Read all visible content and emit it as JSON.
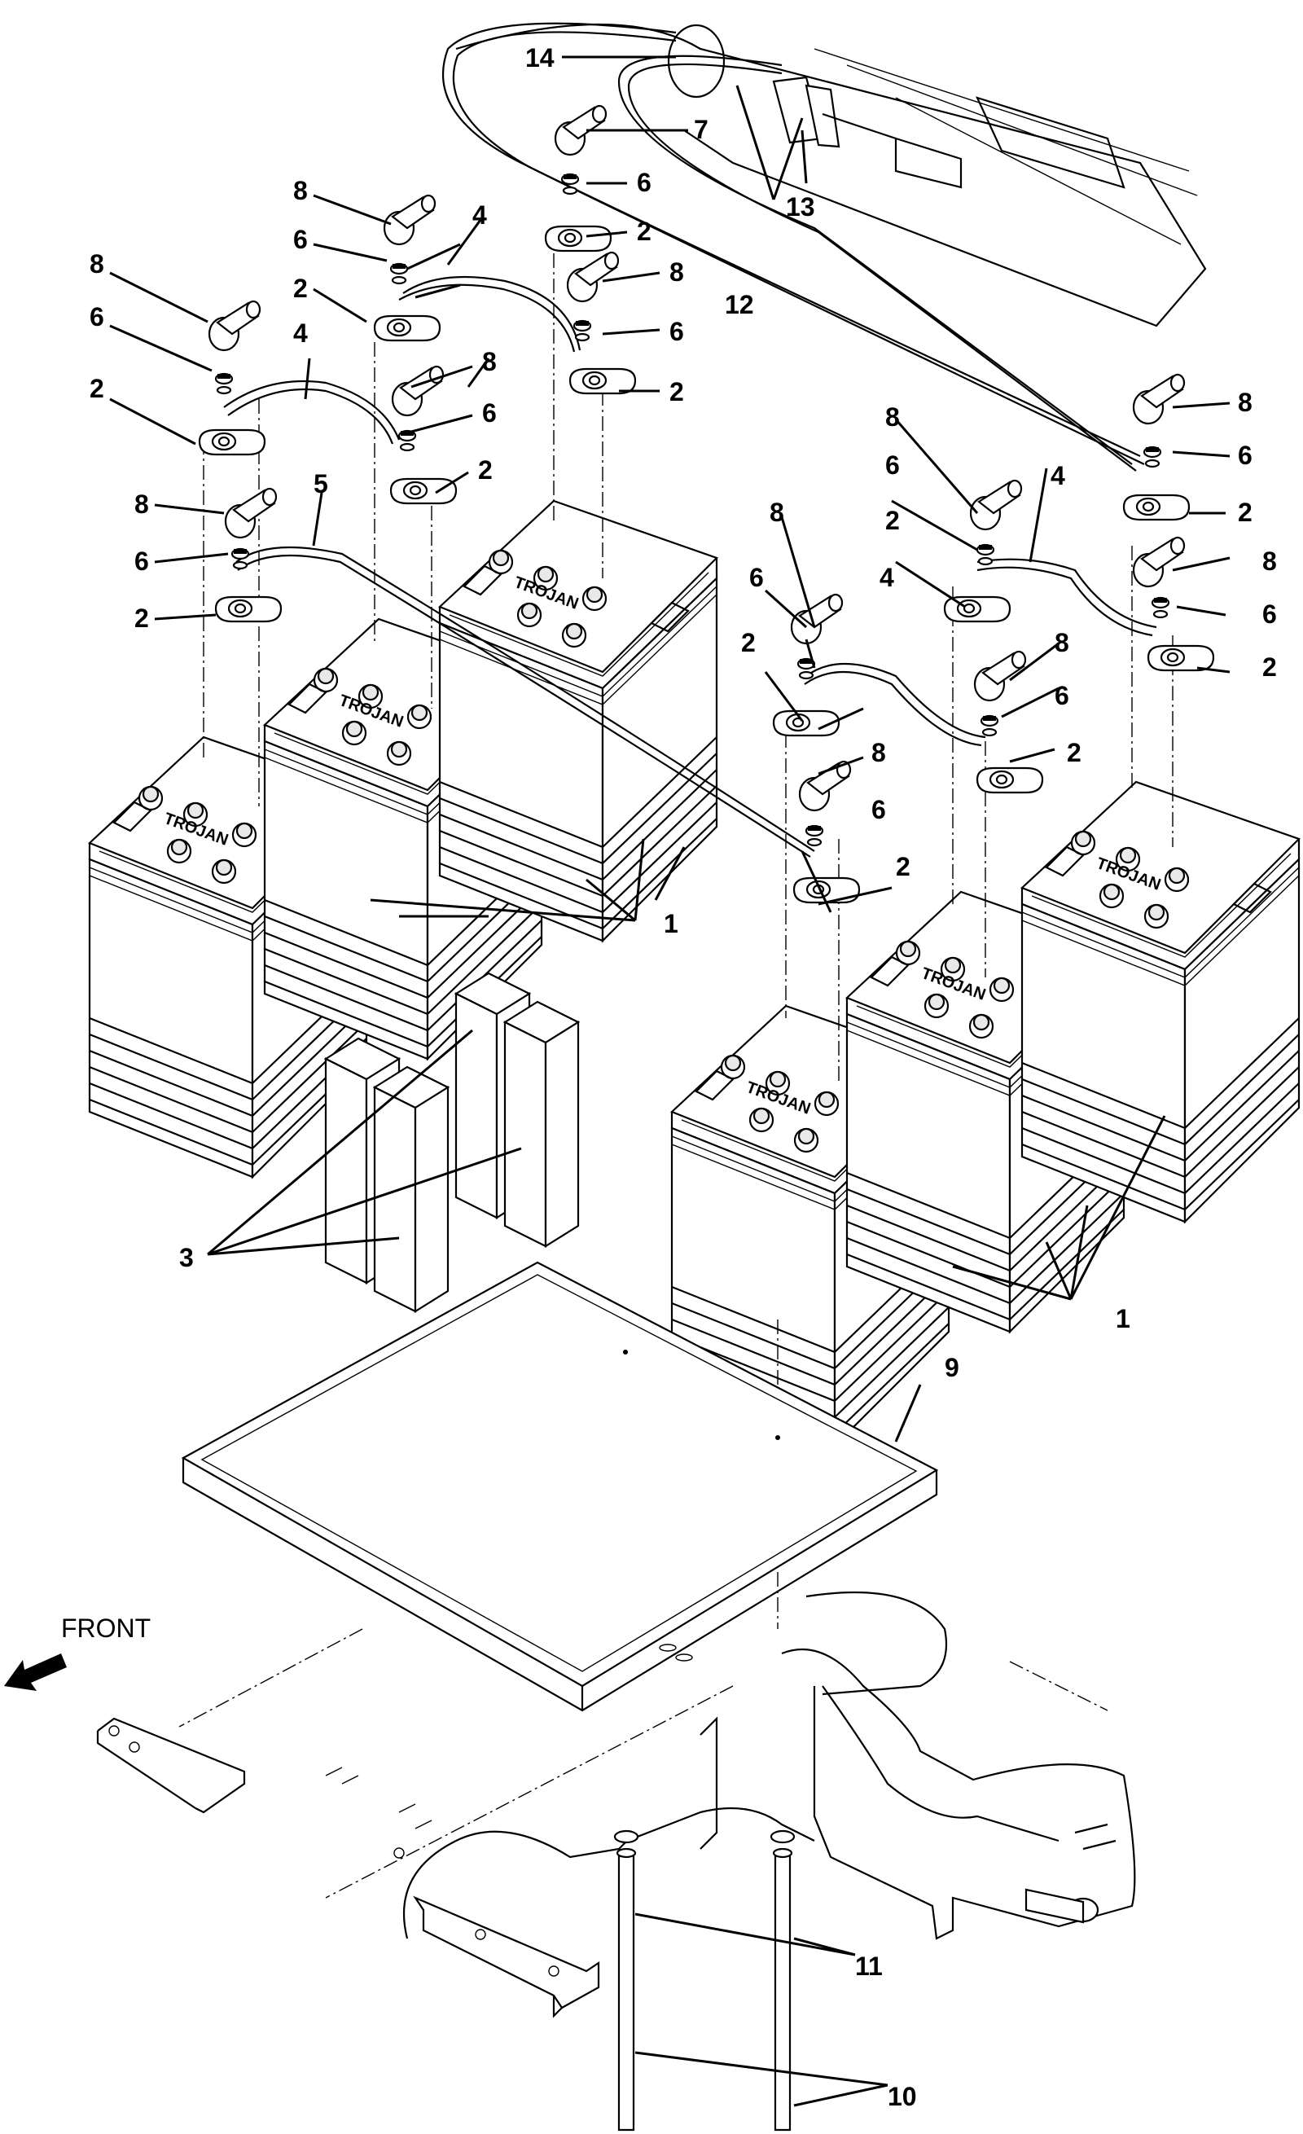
{
  "diagram": {
    "front_label": "FRONT",
    "battery_brand": "TROJAN",
    "callouts": {
      "c1": "1",
      "c2": "2",
      "c3": "3",
      "c4": "4",
      "c5": "5",
      "c6": "6",
      "c7": "7",
      "c8": "8",
      "c9": "9",
      "c10": "10",
      "c11": "11",
      "c12": "12",
      "c13": "13",
      "c14": "14"
    }
  },
  "colors": {
    "ink": "#000000",
    "paper": "#ffffff",
    "shade": "#e9e9e9"
  }
}
